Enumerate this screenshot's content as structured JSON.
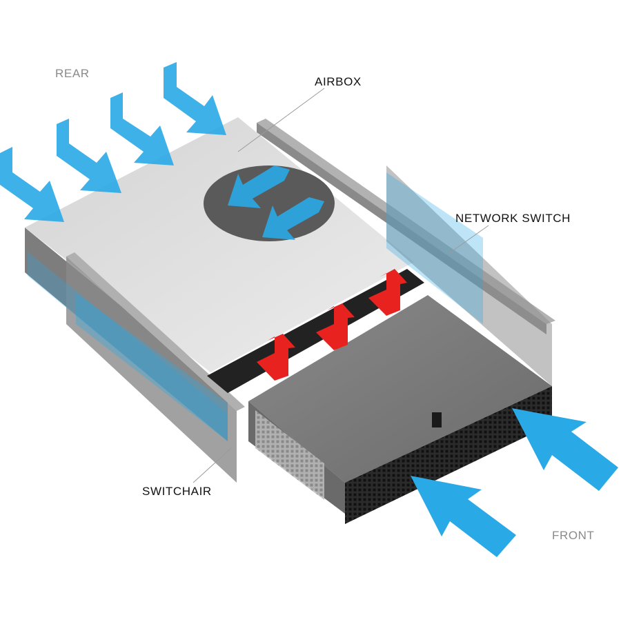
{
  "labels": {
    "rear": "REAR",
    "airbox": "AIRBOX",
    "network_switch": "NETWORK SWITCH",
    "switchair": "SWITCHAIR",
    "front": "FRONT"
  },
  "colors": {
    "cool_air": "#29a9e6",
    "hot_air": "#e8231f",
    "airbox_top": "#c9c9c9",
    "chassis": "#8c8c8c",
    "switch_body": "#737373",
    "grille": "#2b2b2b",
    "rail": "#9a9a9a",
    "leader_line": "#9a9a9a"
  },
  "icons": {
    "cool_air": "arrow-icon",
    "hot_air": "arrow-icon"
  }
}
